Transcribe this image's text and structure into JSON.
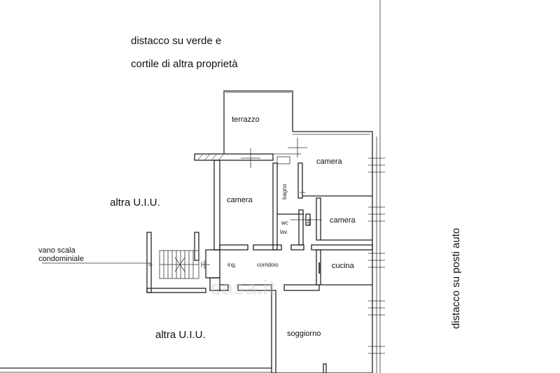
{
  "labels": {
    "outside_line1": "distacco su verde e",
    "outside_line2": "cortile di altra proprietà",
    "other_unit_top": "altra U.I.U.",
    "other_unit_bottom": "altra U.I.U.",
    "stair_line1": "vano scala",
    "stair_line2": "condominiale",
    "right_side": "distacco su posti auto"
  },
  "rooms": {
    "terrace": "terrazzo",
    "bedroom_top_right": "camera",
    "bedroom_left": "camera",
    "bedroom_middle_right": "camera",
    "bathroom": "bagno",
    "wc_line1": "wc",
    "wc_line2": "lav.",
    "closet": "ds.",
    "entrance": "ing.",
    "corridor": "corridoio",
    "kitchen": "cucina",
    "living_room": "soggiorno"
  },
  "watermark": "casa.it"
}
